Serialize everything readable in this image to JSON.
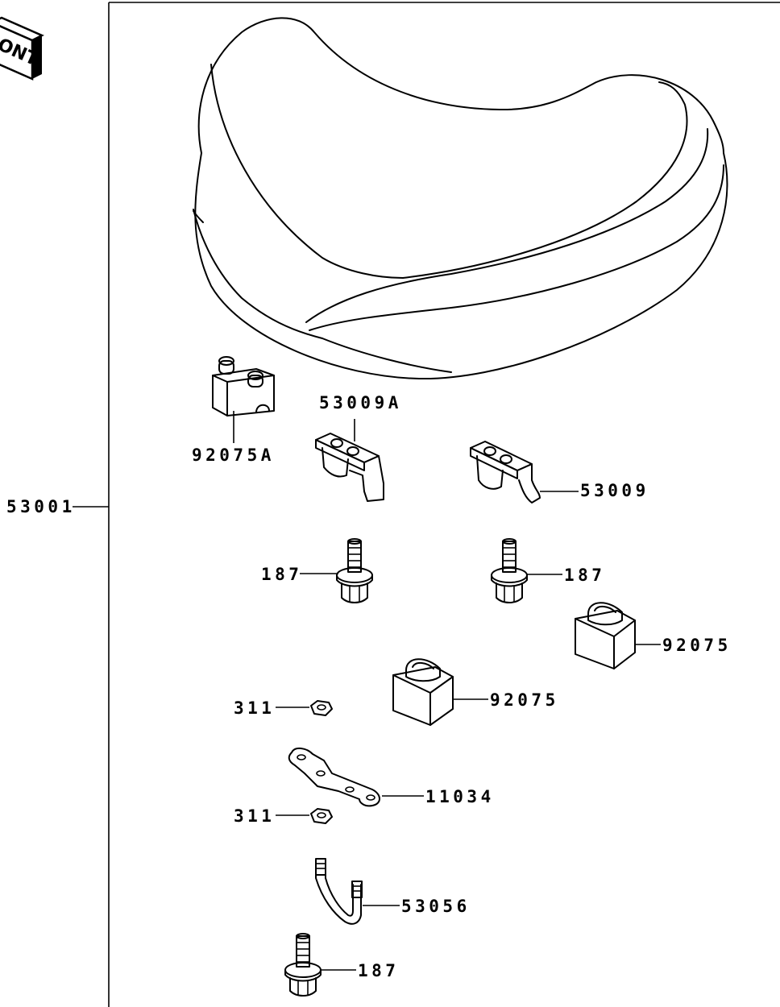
{
  "front_badge": "ONT",
  "callouts": {
    "seat_assembly": "53001",
    "bracket_a": "53009A",
    "damper_a": "92075A",
    "bracket": "53009",
    "bolt_left": "187",
    "bolt_right": "187",
    "bolt_bottom": "187",
    "damper_right": "92075",
    "damper_center": "92075",
    "nut_top": "311",
    "nut_bottom": "311",
    "plate": "11034",
    "hook": "53056"
  }
}
